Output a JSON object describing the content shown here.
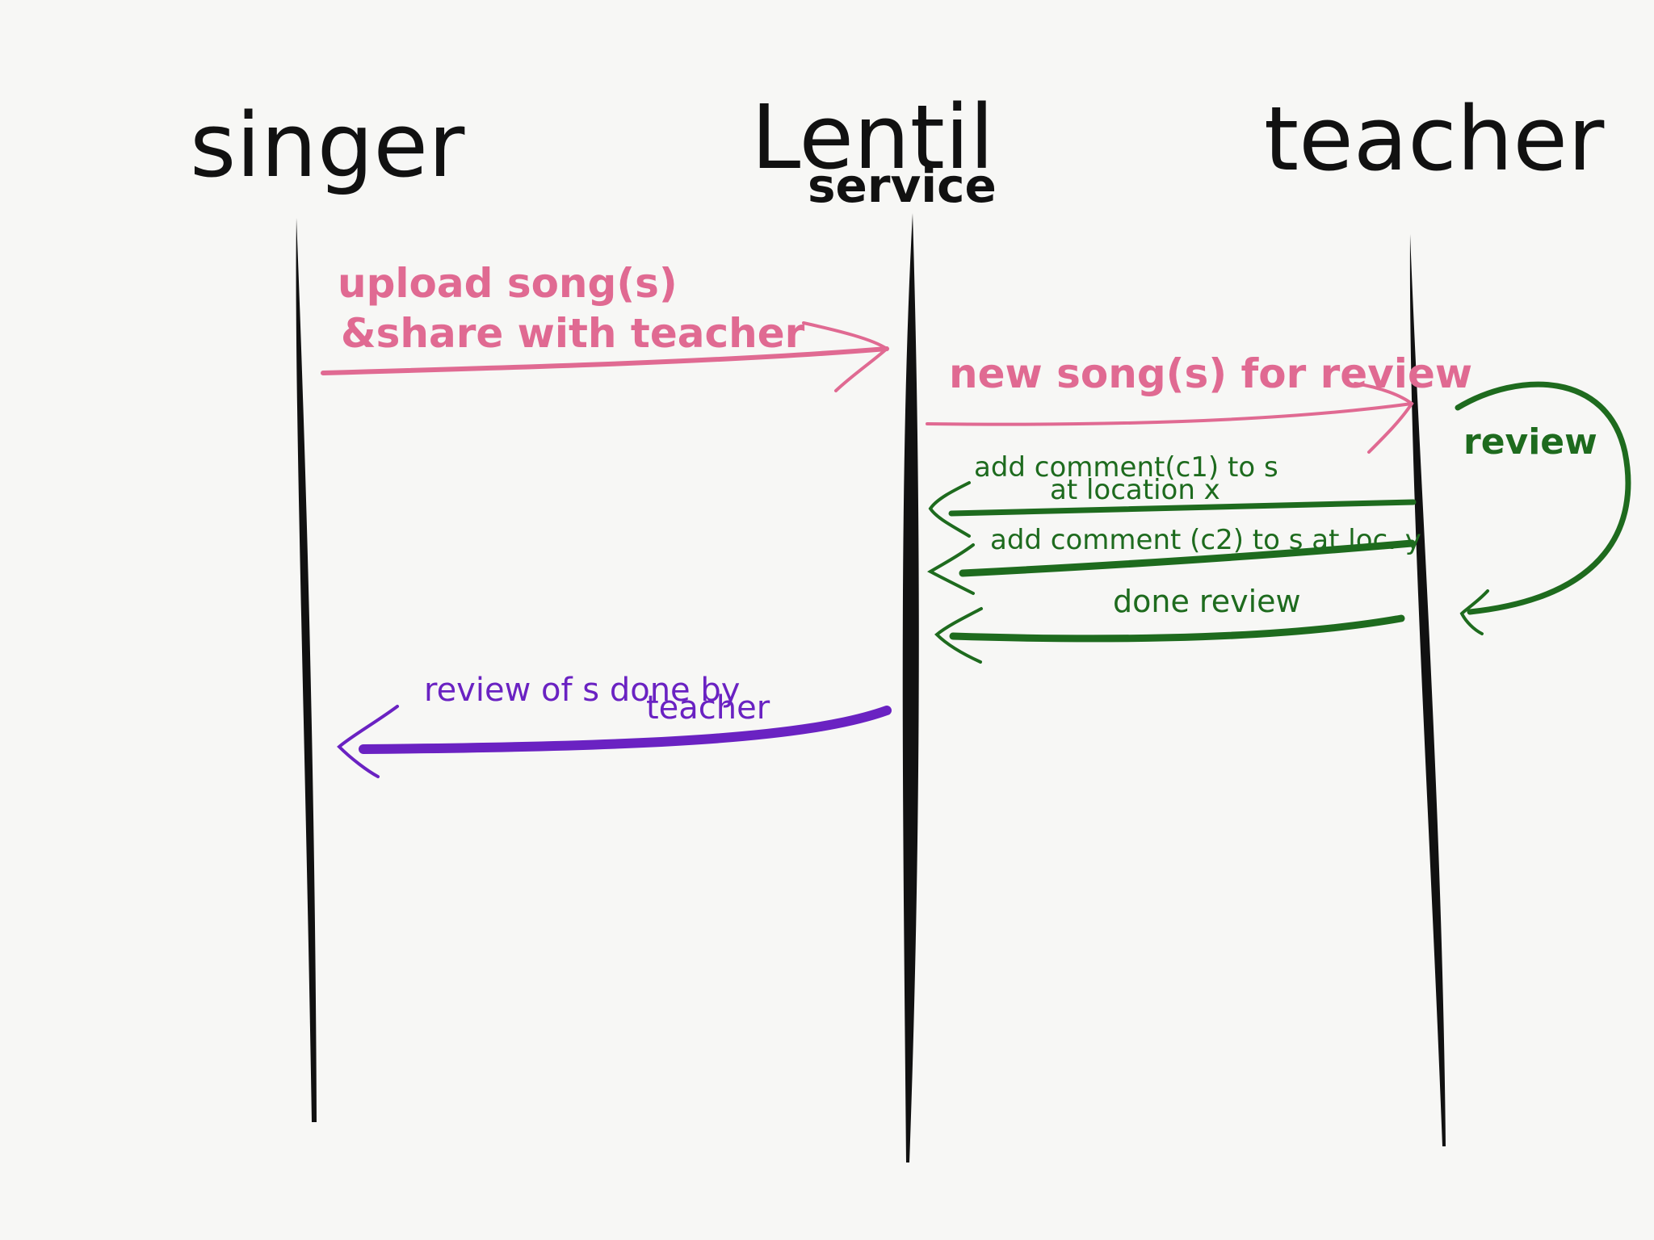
{
  "actors": {
    "singer": "singer",
    "service": "Lentil",
    "service_sub": "service",
    "teacher": "teacher"
  },
  "messages": {
    "upload_line1": "upload song(s)",
    "upload_line2": "&share with teacher",
    "new_songs": "new song(s) for review",
    "review_self": "review",
    "comment1_line1": "add comment(c1) to s",
    "comment1_line2": "at location x",
    "comment2": "add comment (c2) to s at loc. y",
    "done_review": "done review",
    "review_done_line1": "review of s done by",
    "review_done_line2": "teacher"
  },
  "colors": {
    "lifeline": "#111111",
    "pink": "#e06a92",
    "green": "#1e6b1e",
    "purple": "#6a22c2"
  }
}
